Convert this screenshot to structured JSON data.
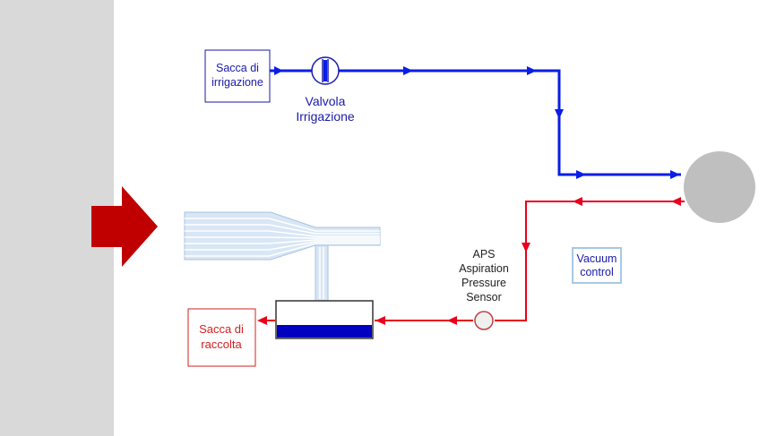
{
  "colors": {
    "irrigation": "#0a1ee6",
    "aspiration": "#e8001c",
    "big_arrow": "#c00000",
    "sidebar": "#d9d9d9",
    "eye": "#bfbfbf",
    "reservoir_fluid": "#0000c0",
    "vacuum_box_border": "#a8c8e8"
  },
  "labels": {
    "irrigation_bag": [
      "Sacca di",
      "irrigazione"
    ],
    "irrigation_valve": [
      "Valvola",
      "Irrigazione"
    ],
    "collection_bag": [
      "Sacca di",
      "raccolta"
    ],
    "aps": [
      "APS",
      "Aspiration",
      "Pressure",
      "Sensor"
    ],
    "vacuum_control": [
      "Vacuum",
      "control"
    ]
  },
  "icons": [
    "valve-icon",
    "eye-circle",
    "pressure-sensor-icon",
    "big-right-arrow",
    "handpiece",
    "reservoir"
  ]
}
